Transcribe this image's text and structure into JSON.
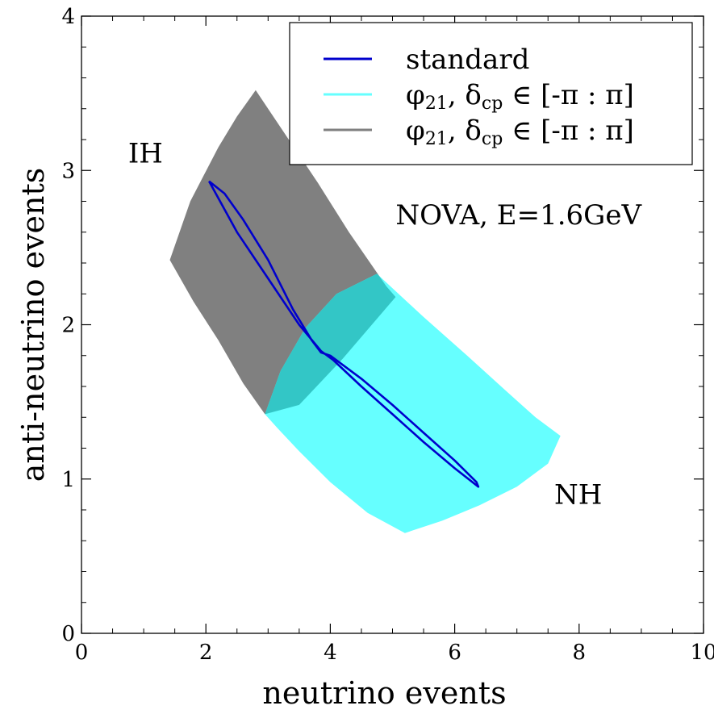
{
  "chart_data": {
    "type": "area",
    "title": "",
    "xlabel": "neutrino events",
    "ylabel": "anti-neutrino events",
    "xlim": [
      0,
      10
    ],
    "ylim": [
      0,
      4
    ],
    "xticks": [
      0,
      2,
      4,
      6,
      8,
      10
    ],
    "yticks": [
      0,
      1,
      2,
      3,
      4
    ],
    "xtick_labels": [
      "0",
      "2",
      "4",
      "6",
      "8",
      "10"
    ],
    "ytick_labels": [
      "0",
      "1",
      "2",
      "3",
      "4"
    ],
    "grid": false,
    "legend_position": "top-right",
    "annotations": [
      {
        "text": "IH",
        "x": 0.75,
        "y": 3.05
      },
      {
        "text": "NOVA, E=1.6GeV",
        "x": 5.05,
        "y": 2.65
      },
      {
        "text": "NH",
        "x": 7.6,
        "y": 0.84
      }
    ],
    "series": [
      {
        "legend_main": "φ",
        "legend_sub1": "21",
        "legend_mid": ", δ",
        "legend_sub2": "cp",
        "legend_tail": " ∈ [-π : π]",
        "color": "#808080",
        "kind": "region",
        "x": [
          2.8,
          3.3,
          3.8,
          4.3,
          4.9,
          5.05,
          4.2,
          3.5,
          2.95,
          2.6,
          2.2,
          1.8,
          1.42,
          1.75,
          2.2,
          2.5
        ],
        "y": [
          3.52,
          3.22,
          2.92,
          2.6,
          2.25,
          2.18,
          1.78,
          1.48,
          1.42,
          1.62,
          1.9,
          2.15,
          2.42,
          2.8,
          3.15,
          3.35
        ]
      },
      {
        "legend_main": "φ",
        "legend_sub1": "21",
        "legend_mid": ", δ",
        "legend_sub2": "cp",
        "legend_tail": " ∈ [-π : π]",
        "color": "#00ffff",
        "kind": "region",
        "x": [
          4.75,
          5.5,
          6.2,
          6.8,
          7.3,
          7.7,
          7.5,
          7.0,
          6.4,
          5.8,
          5.2,
          4.6,
          4.0,
          3.5,
          3.15,
          2.95,
          3.2,
          3.6,
          4.1
        ],
        "y": [
          2.33,
          2.05,
          1.8,
          1.58,
          1.4,
          1.28,
          1.1,
          0.95,
          0.83,
          0.73,
          0.65,
          0.78,
          0.98,
          1.18,
          1.33,
          1.42,
          1.7,
          1.98,
          2.2
        ]
      },
      {
        "name": "standard",
        "color": "#0000cc",
        "kind": "line",
        "x": [
          2.05,
          2.5,
          3.0,
          3.5,
          3.85,
          4.05,
          4.5,
          5.0,
          5.5,
          6.0,
          6.38,
          6.35,
          6.0,
          5.5,
          5.0,
          4.5,
          4.0,
          3.85,
          3.7,
          3.4,
          3.0,
          2.6,
          2.3,
          2.05
        ],
        "y": [
          2.93,
          2.6,
          2.3,
          2.0,
          1.83,
          1.77,
          1.6,
          1.42,
          1.24,
          1.07,
          0.95,
          0.98,
          1.12,
          1.3,
          1.48,
          1.65,
          1.8,
          1.82,
          1.9,
          2.1,
          2.42,
          2.68,
          2.85,
          2.93
        ]
      }
    ]
  },
  "legend": {
    "entries": [
      {
        "main": "standard",
        "color": "#0000cc"
      },
      {
        "main": "φ",
        "sub1": "21",
        "mid": ", δ",
        "sub2": "cp",
        "tail": " ∈ [-π : π]",
        "color": "#66ffff"
      },
      {
        "main": "φ",
        "sub1": "21",
        "mid": ", δ",
        "sub2": "cp",
        "tail": " ∈ [-π : π]",
        "color": "#808080"
      }
    ]
  }
}
